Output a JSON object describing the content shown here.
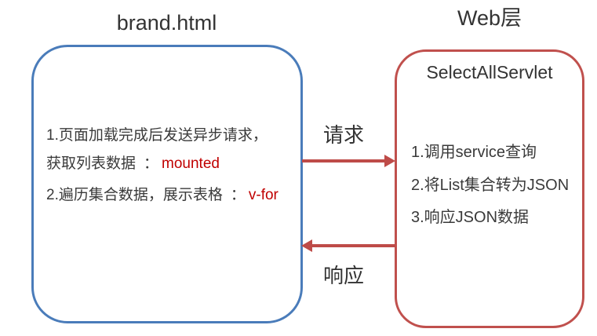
{
  "diagram": {
    "left_panel": {
      "title": "brand.html",
      "line1": "1.页面加载完成后发送异步请求，",
      "line2_prefix": "获取列表数据",
      "line2_colon": "：",
      "line2_code": "mounted",
      "line3_prefix": "2.遍历集合数据，展示表格",
      "line3_colon": "：",
      "line3_code": "v-for"
    },
    "right_panel": {
      "layer_title": "Web层",
      "box_title": "SelectAllServlet",
      "items": [
        "1.调用service查询",
        "2.将List集合转为JSON",
        "3.响应JSON数据"
      ]
    },
    "arrows": {
      "request_label": "请求",
      "response_label": "响应"
    },
    "colors": {
      "left_box_border": "#4a7cba",
      "right_box_border": "#c0504d",
      "arrow": "#be4b48",
      "code_text": "#c00000",
      "body_text": "#3a3a3a"
    }
  }
}
